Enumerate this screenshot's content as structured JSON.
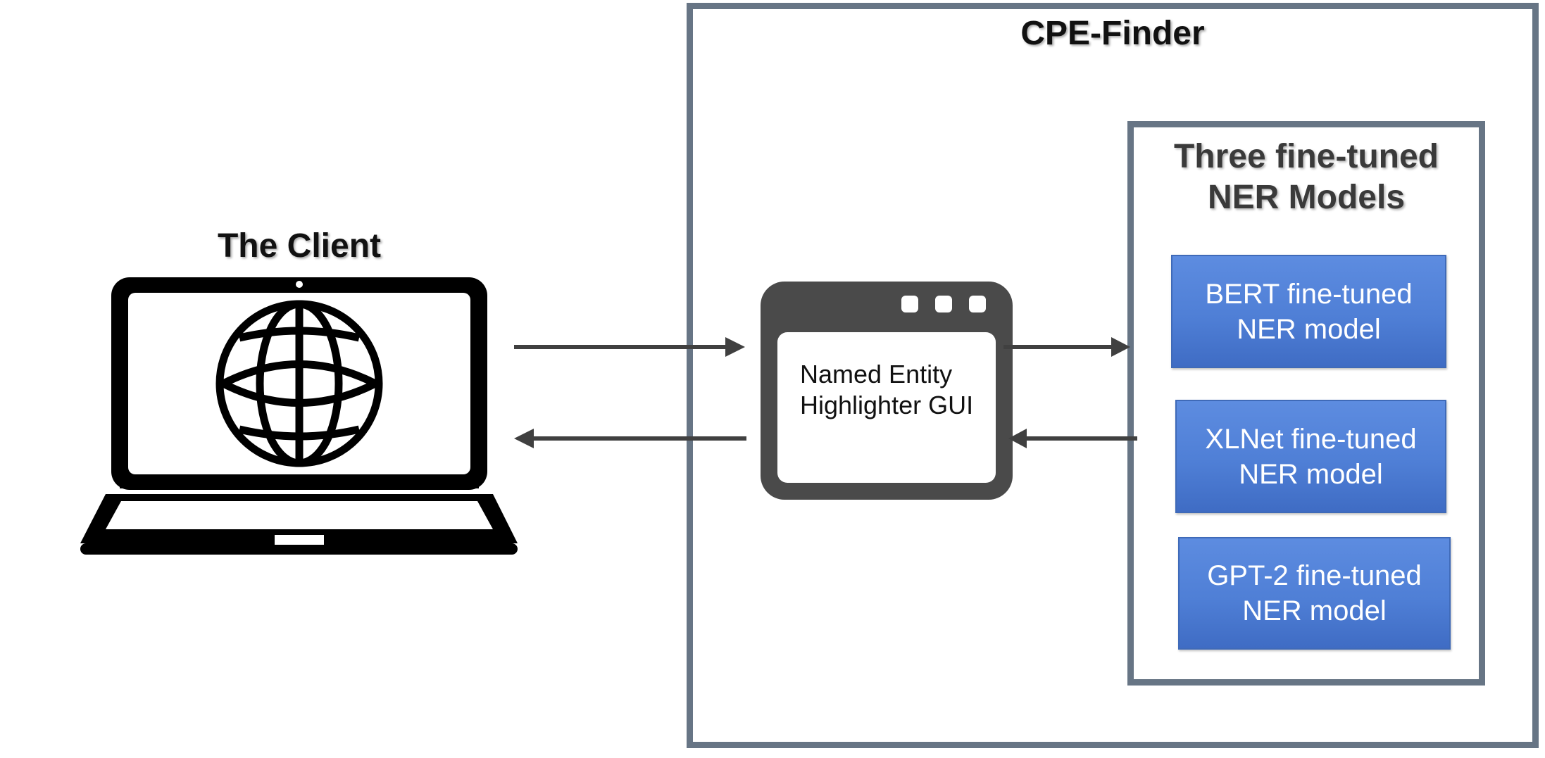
{
  "diagram": {
    "client": {
      "title": "The Client",
      "icon": "laptop-globe-icon"
    },
    "cpe_finder": {
      "title": "CPE-Finder",
      "gui": {
        "label_line1": "Named Entity",
        "label_line2": "Highlighter GUI",
        "icon": "browser-window-icon"
      },
      "models_group": {
        "title_line1": "Three fine-tuned",
        "title_line2": "NER Models",
        "models": [
          {
            "line1": "BERT fine-tuned",
            "line2": "NER model"
          },
          {
            "line1": "XLNet fine-tuned",
            "line2": "NER model"
          },
          {
            "line1": "GPT-2 fine-tuned",
            "line2": "NER model"
          }
        ]
      }
    },
    "colors": {
      "frame": "#677585",
      "model_fill": "#4f7fd6",
      "arrow": "#404040",
      "icon_dark": "#4a4a4a",
      "icon_black": "#000000"
    }
  }
}
